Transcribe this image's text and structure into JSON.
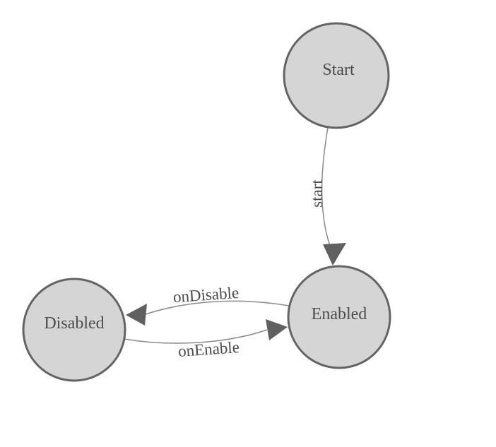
{
  "diagram": {
    "kind": "state-machine",
    "background": "#ffffff",
    "colors": {
      "node_fill": "#d5d5d5",
      "node_stroke": "#646464",
      "edge_stroke": "#8a8a8a",
      "arrow_fill": "#606060",
      "label_text": "#4c4c4c"
    },
    "nodes": [
      {
        "id": "start",
        "label": "Start"
      },
      {
        "id": "enabled",
        "label": "Enabled"
      },
      {
        "id": "disabled",
        "label": "Disabled"
      }
    ],
    "edges": [
      {
        "from": "Start",
        "to": "Enabled",
        "label": "start"
      },
      {
        "from": "Enabled",
        "to": "Disabled",
        "label": "onDisable"
      },
      {
        "from": "Disabled",
        "to": "Enabled",
        "label": "onEnable"
      }
    ]
  }
}
